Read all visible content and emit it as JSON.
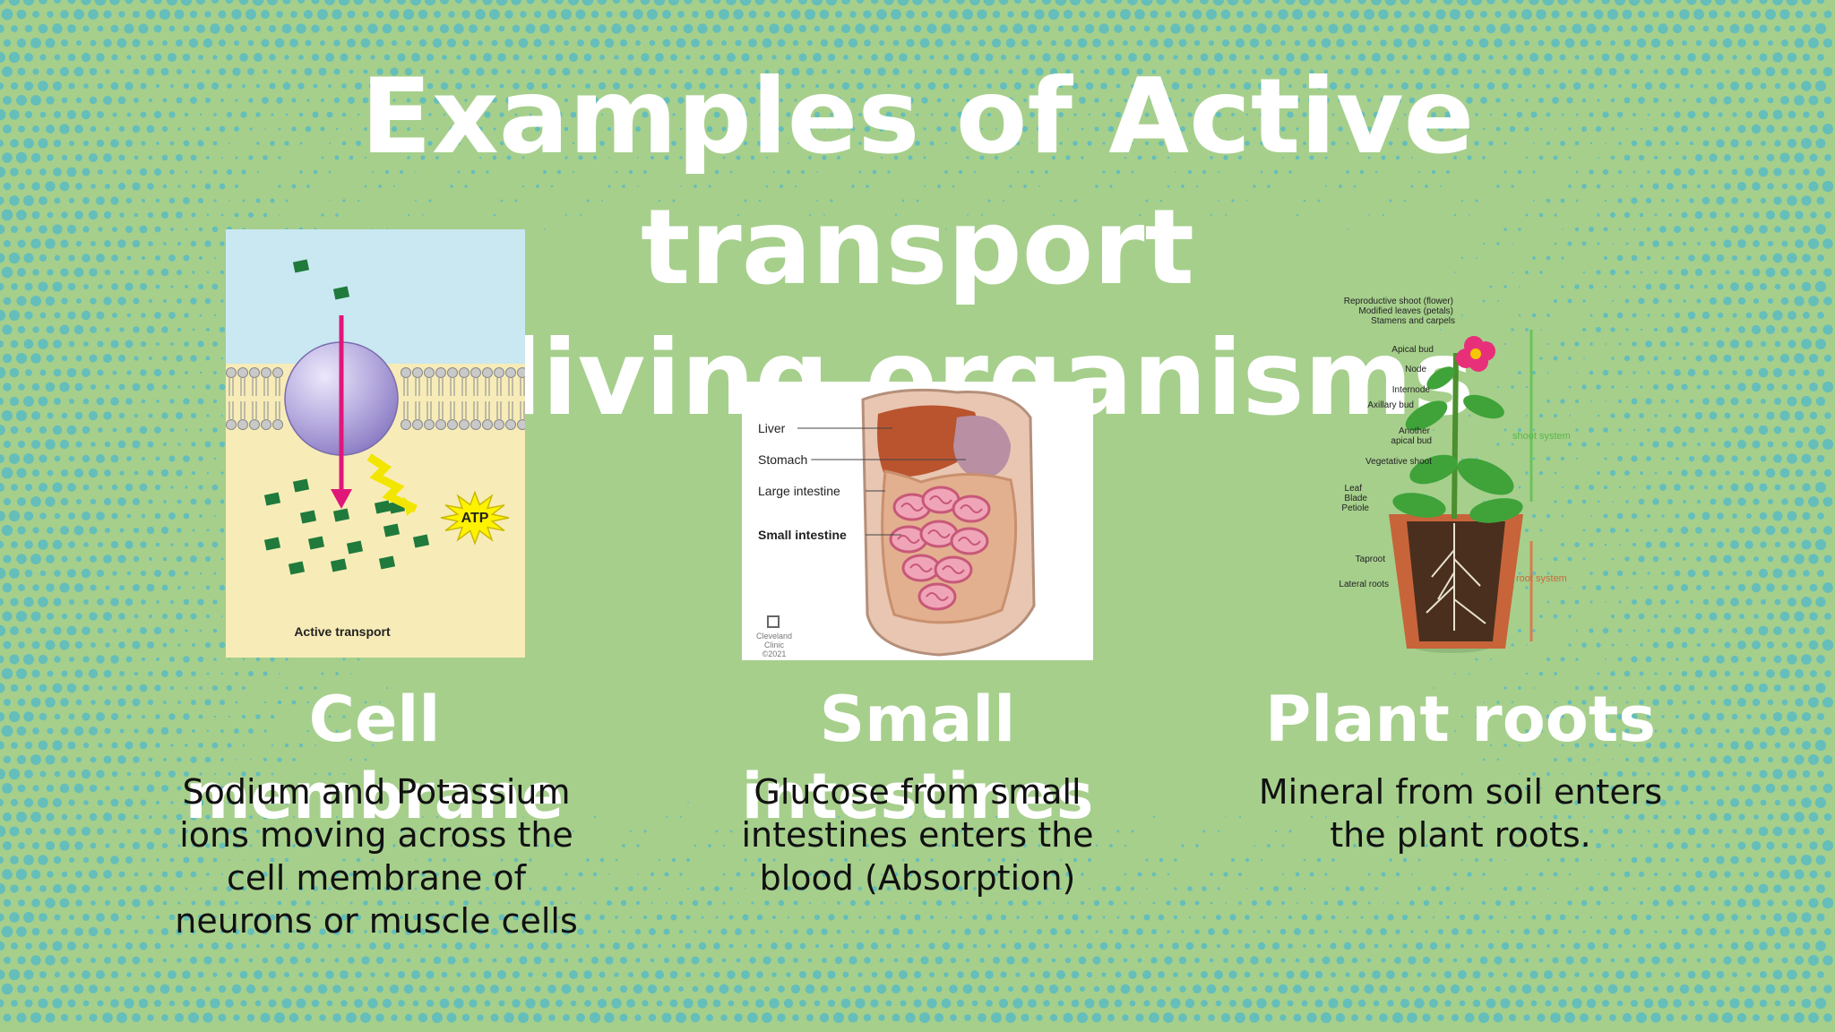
{
  "title": {
    "line1": "Examples of Active transport",
    "line2": "in living organisms"
  },
  "colors": {
    "background": "#a6cf8c",
    "texture": "#4fb8c9",
    "title": "#ffffff"
  },
  "panels": [
    {
      "heading": "Cell membrane",
      "description": "Sodium and Potassium ions moving across the cell membrane of neurons or muscle cells",
      "image": {
        "caption": "Active transport",
        "badge": "ATP"
      }
    },
    {
      "heading": "Small intestines",
      "description": "Glucose from small intestines enters the blood (Absorption)",
      "image": {
        "labels": [
          "Liver",
          "Stomach",
          "Large intestine",
          "Small intestine"
        ],
        "credit": [
          "Cleveland",
          "Clinic",
          "©2021"
        ]
      }
    },
    {
      "heading": "Plant roots",
      "description": "Mineral from soil enters the plant roots.",
      "image": {
        "labels": [
          "Reproductive shoot",
          "Modified leaves",
          "Stamens and carpels",
          "Apical bud",
          "Node",
          "Internode",
          "Axillary bud",
          "Another",
          "apical bud",
          "Vegetative shoot",
          "Leaf",
          "Blade",
          "Petiole",
          "Taproot",
          "Lateral roots"
        ],
        "label_notes": [
          "(flower)",
          "(petals)"
        ],
        "systems": [
          "shoot system",
          "root system"
        ]
      }
    }
  ]
}
